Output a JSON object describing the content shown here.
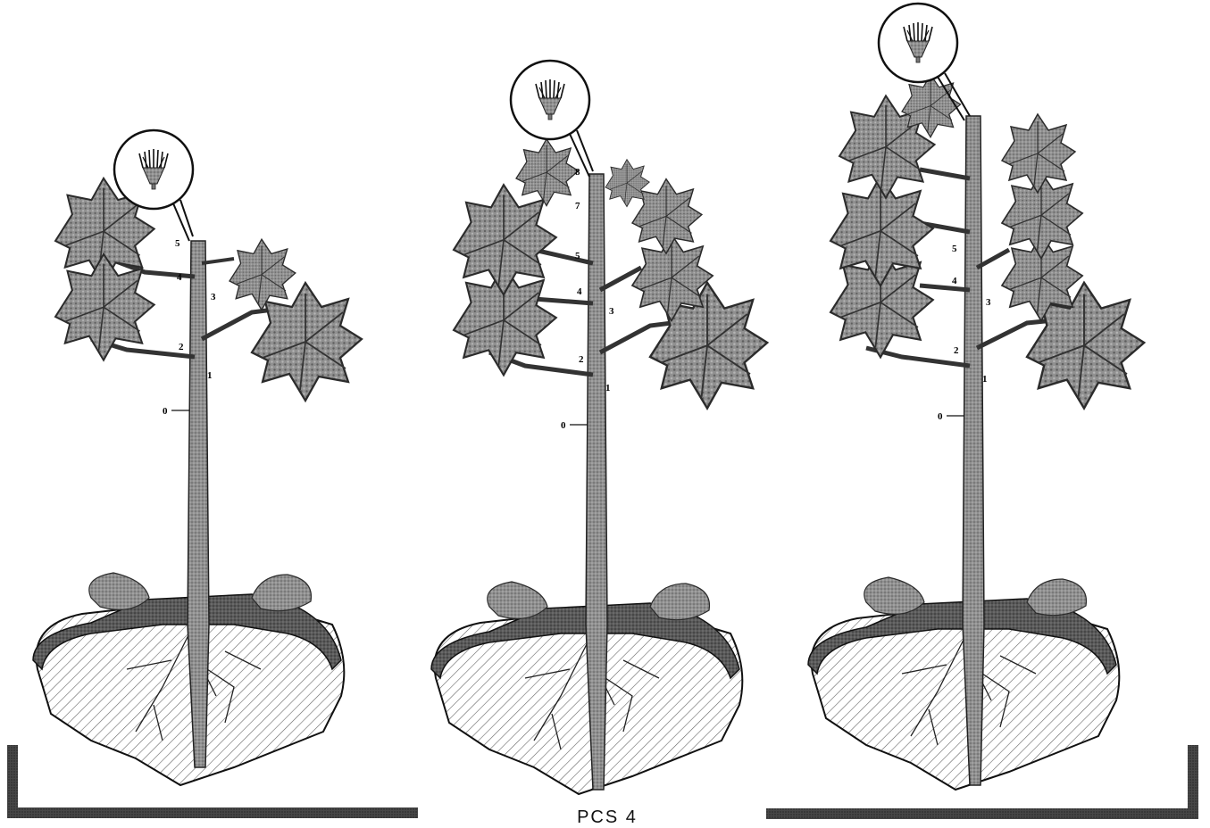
{
  "figure": {
    "stage_label": "PCS 4",
    "plants": [
      {
        "id": "plant-1",
        "node_labels": [
          "0",
          "1",
          "2",
          "3",
          "4",
          "5"
        ]
      },
      {
        "id": "plant-2",
        "node_labels": [
          "0",
          "1",
          "2",
          "3",
          "4",
          "5",
          "7",
          "8"
        ]
      },
      {
        "id": "plant-3",
        "node_labels": [
          "0",
          "1",
          "2",
          "3",
          "4",
          "5"
        ]
      }
    ]
  },
  "colors": {
    "leaf": "#8e8e8e",
    "leaf_dark": "#6e6e6e",
    "soil_top": "#5a5a5a",
    "soil_hatch": "#777777",
    "stem": "#9a9a9a",
    "bracket": "#3d3d3d"
  }
}
